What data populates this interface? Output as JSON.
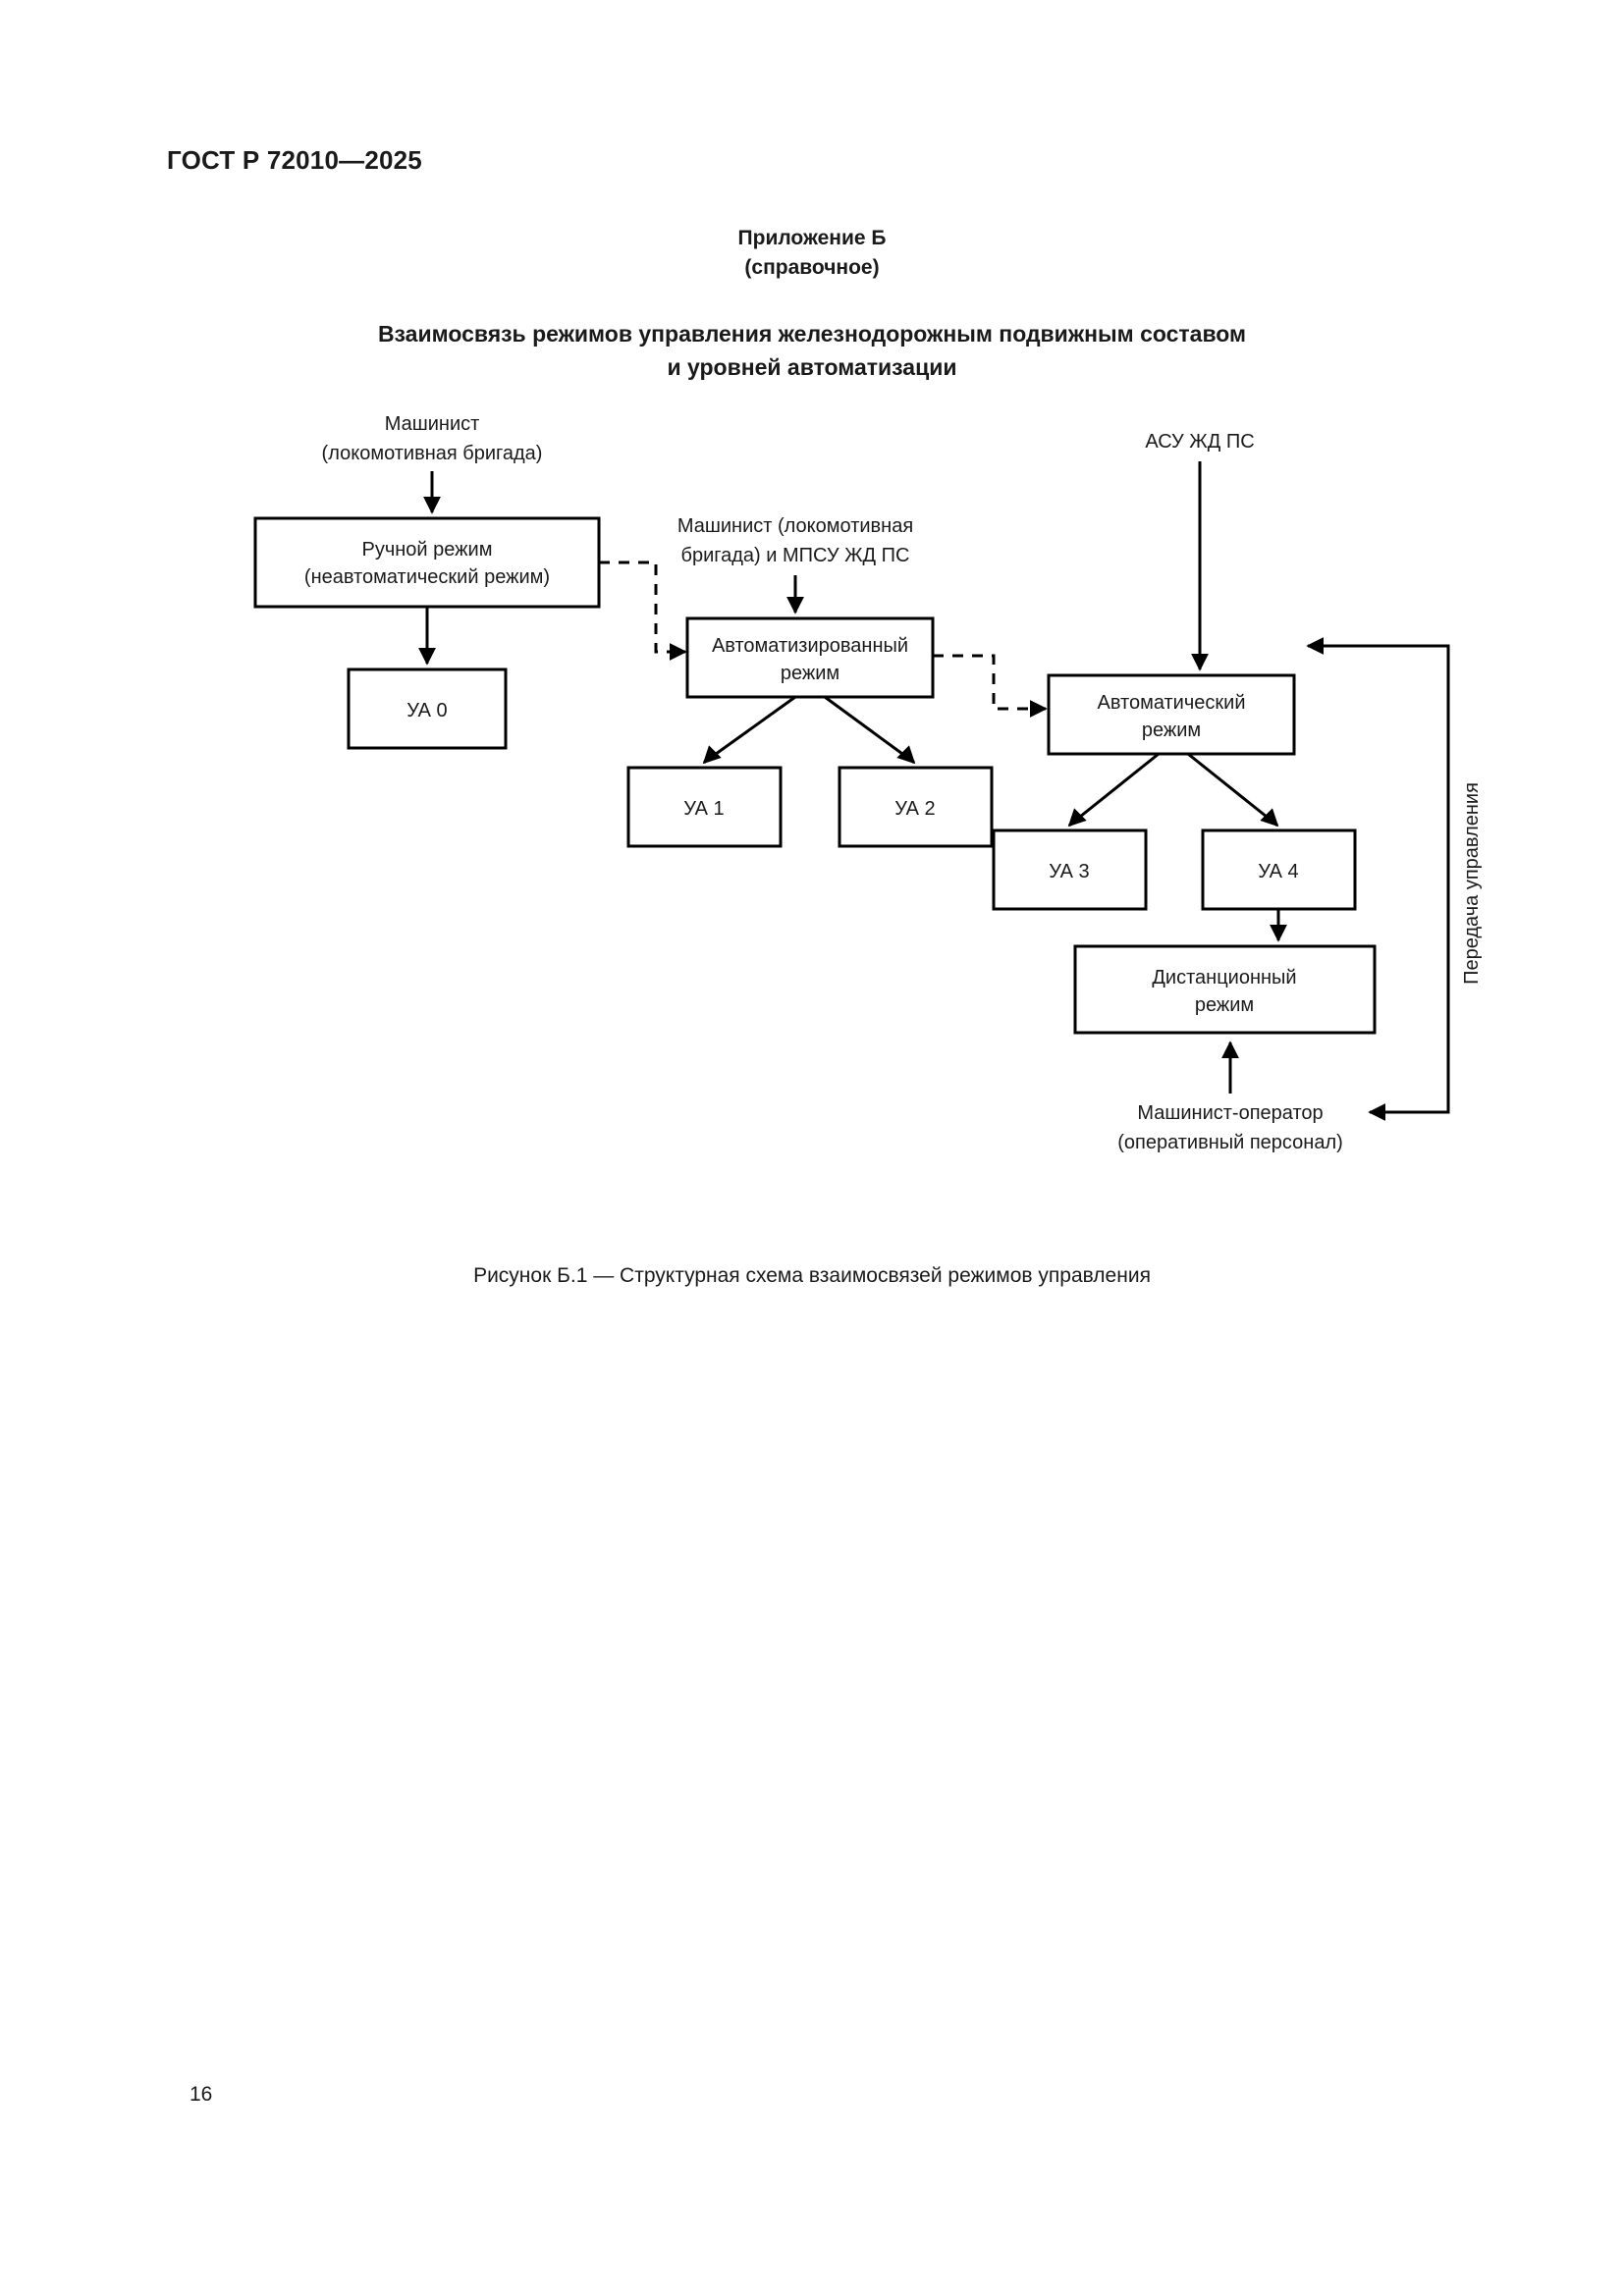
{
  "document": {
    "standard_header": "ГОСТ Р 72010—2025",
    "page_number": "16"
  },
  "annex": {
    "line1": "Приложение Б",
    "line2": "(справочное)"
  },
  "figure_title": {
    "line1": "Взаимосвязь режимов управления железнодорожным подвижным составом",
    "line2": "и уровней автоматизации"
  },
  "caption": "Рисунок Б.1 — Структурная схема взаимосвязей режимов управления",
  "chart_data": {
    "type": "diagram",
    "title": "Структурная схема взаимосвязей режимов управления",
    "nodes": [
      {
        "id": "manual",
        "label_line1": "Ручной режим",
        "label_line2": "(неавтоматический режим)",
        "kind": "mode-box"
      },
      {
        "id": "automated",
        "label_line1": "Автоматизированный",
        "label_line2": "режим",
        "kind": "mode-box"
      },
      {
        "id": "automatic",
        "label_line1": "Автоматический",
        "label_line2": "режим",
        "kind": "mode-box"
      },
      {
        "id": "remote",
        "label_line1": "Дистанционный",
        "label_line2": "режим",
        "kind": "mode-box"
      },
      {
        "id": "ua0",
        "label_line1": "УА 0",
        "label_line2": "",
        "kind": "level-box"
      },
      {
        "id": "ua1",
        "label_line1": "УА 1",
        "label_line2": "",
        "kind": "level-box"
      },
      {
        "id": "ua2",
        "label_line1": "УА 2",
        "label_line2": "",
        "kind": "level-box"
      },
      {
        "id": "ua3",
        "label_line1": "УА 3",
        "label_line2": "",
        "kind": "level-box"
      },
      {
        "id": "ua4",
        "label_line1": "УА 4",
        "label_line2": "",
        "kind": "level-box"
      }
    ],
    "free_labels": [
      {
        "id": "driver-top",
        "line1": "Машинист",
        "line2": "(локомотивная бригада)"
      },
      {
        "id": "driver-mpsu",
        "line1": "Машинист (локомотивная",
        "line2": "бригада) и МПСУ ЖД ПС"
      },
      {
        "id": "asu",
        "line1": "АСУ ЖД ПС",
        "line2": ""
      },
      {
        "id": "operator",
        "line1": "Машинист-оператор",
        "line2": "(оперативный персонал)"
      },
      {
        "id": "control-transfer",
        "line1": "Передача управления",
        "line2": ""
      }
    ],
    "edges": [
      {
        "from": "driver-top",
        "to": "manual",
        "style": "solid"
      },
      {
        "from": "manual",
        "to": "ua0",
        "style": "solid"
      },
      {
        "from": "manual",
        "to": "automated",
        "style": "dashed"
      },
      {
        "from": "driver-mpsu",
        "to": "automated",
        "style": "solid"
      },
      {
        "from": "automated",
        "to": "ua1",
        "style": "solid"
      },
      {
        "from": "automated",
        "to": "ua2",
        "style": "solid"
      },
      {
        "from": "automated",
        "to": "automatic",
        "style": "dashed"
      },
      {
        "from": "asu",
        "to": "automatic",
        "style": "solid"
      },
      {
        "from": "automatic",
        "to": "ua3",
        "style": "solid"
      },
      {
        "from": "automatic",
        "to": "ua4",
        "style": "solid"
      },
      {
        "from": "ua4",
        "to": "remote",
        "style": "solid"
      },
      {
        "from": "operator",
        "to": "remote",
        "style": "solid"
      },
      {
        "from": "remote",
        "to": "automatic",
        "style": "solid",
        "note": "Передача управления"
      }
    ]
  }
}
